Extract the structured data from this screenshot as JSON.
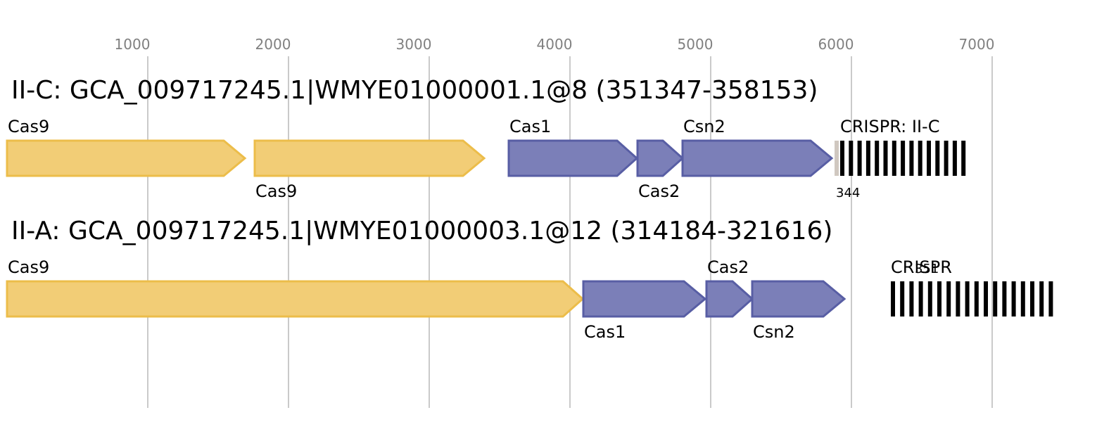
{
  "axis": {
    "ticks": [
      {
        "label": "1000"
      },
      {
        "label": "2000"
      },
      {
        "label": "3000"
      },
      {
        "label": "4000"
      },
      {
        "label": "5000"
      },
      {
        "label": "6000"
      },
      {
        "label": "7000"
      }
    ]
  },
  "colors": {
    "cas9_fill": "#f2cd76",
    "cas9_stroke": "#ecbd4a",
    "adapt_fill": "#7b7fb8",
    "adapt_stroke": "#585ea4",
    "crispr_bar": "#000000",
    "leader": "#d0c8c0"
  },
  "loci": [
    {
      "title": "II-C: GCA_009717245.1|WMYE01000001.1@8 (351347-358153)",
      "genes": [
        {
          "label": "Cas9",
          "group": "cas9",
          "label_pos": "above"
        },
        {
          "label": "Cas9",
          "group": "cas9",
          "label_pos": "below"
        },
        {
          "label": "Cas1",
          "group": "adapt",
          "label_pos": "above"
        },
        {
          "label": "Cas2",
          "group": "adapt",
          "label_pos": "below"
        },
        {
          "label": "Csn2",
          "group": "adapt",
          "label_pos": "above"
        }
      ],
      "crispr": {
        "label": "CRISPR: II-C",
        "count_label": "344",
        "repeat_count": 15,
        "has_leader": true
      }
    },
    {
      "title": "II-A: GCA_009717245.1|WMYE01000003.1@12 (314184-321616)",
      "genes": [
        {
          "label": "Cas9",
          "group": "cas9",
          "label_pos": "above"
        },
        {
          "label": "Cas1",
          "group": "adapt",
          "label_pos": "below"
        },
        {
          "label": "Cas2",
          "group": "adapt",
          "label_pos": "above"
        },
        {
          "label": "Csn2",
          "group": "adapt",
          "label_pos": "below"
        }
      ],
      "crispr": {
        "label": "CRISPR",
        "count_label": "351",
        "repeat_count": 18,
        "has_leader": false
      }
    }
  ]
}
